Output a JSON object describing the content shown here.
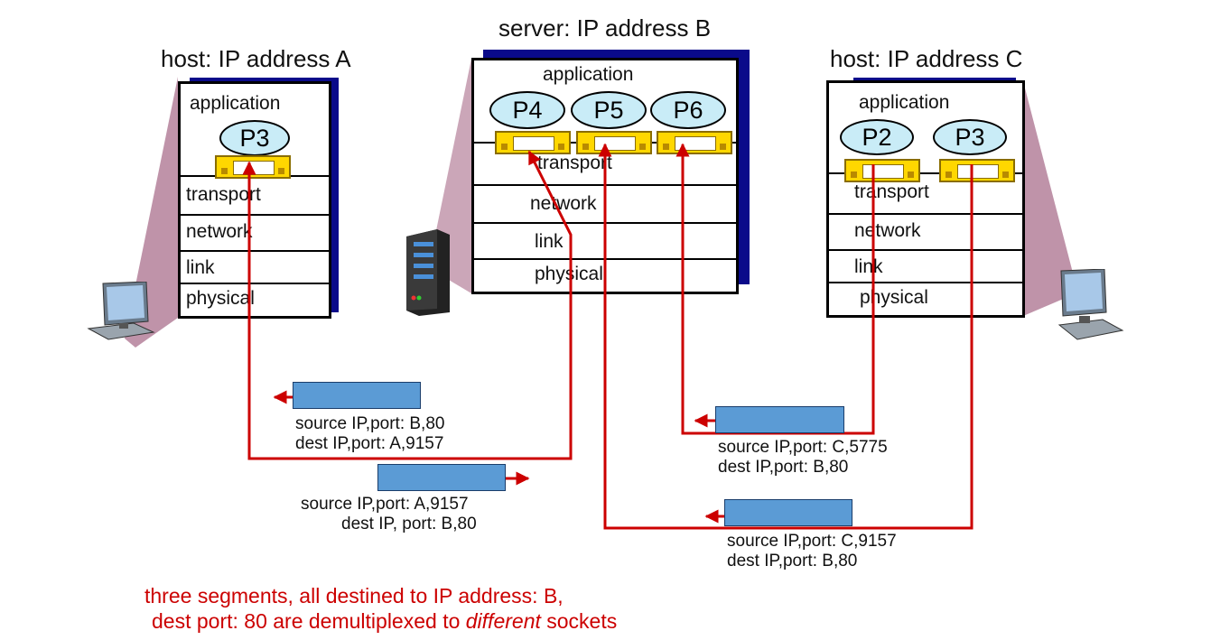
{
  "hosts": {
    "a": {
      "title": "host: IP address A",
      "application": "application",
      "process": "P3",
      "layers": [
        "transport",
        "network",
        "link",
        "physical"
      ]
    },
    "b": {
      "title": "server: IP address B",
      "application": "application",
      "processes": [
        "P4",
        "P5",
        "P6"
      ],
      "layers": [
        "transport",
        "network",
        "link",
        "physical"
      ]
    },
    "c": {
      "title": "host: IP address C",
      "application": "application",
      "processes": [
        "P2",
        "P3"
      ],
      "layers": [
        "transport",
        "network",
        "link",
        "physical"
      ]
    }
  },
  "segments": [
    {
      "line1": "source IP,port: B,80",
      "line2": "dest IP,port: A,9157"
    },
    {
      "line1": "source IP,port: A,9157",
      "line2": "dest IP, port: B,80"
    },
    {
      "line1": "source IP,port: C,5775",
      "line2": "dest IP,port: B,80"
    },
    {
      "line1": "source IP,port: C,9157",
      "line2": "dest IP,port: B,80"
    }
  ],
  "caption": {
    "line1": "three segments, all destined to IP address: B,",
    "line2_pre": "dest port: 80 are demultiplexed to ",
    "line2_em": "different",
    "line2_post": " sockets"
  },
  "colors": {
    "wire": "#cc0000",
    "segment": "#5b9bd5",
    "process": "#c9ecf7",
    "socket": "#ffd700",
    "shadow": "#0a0a8a"
  }
}
